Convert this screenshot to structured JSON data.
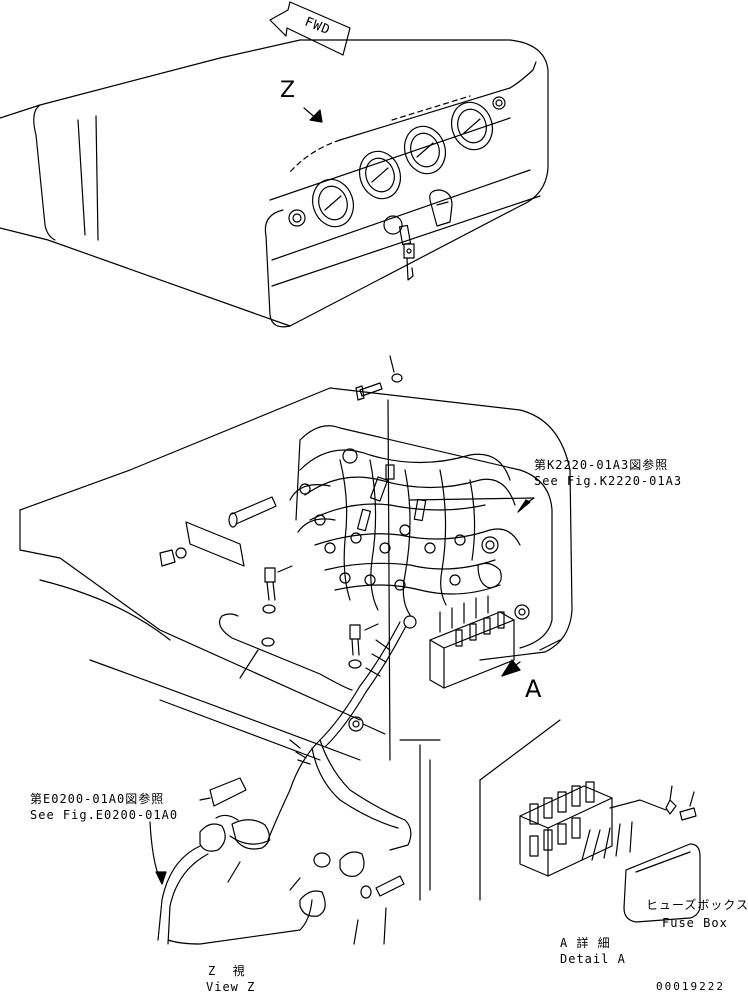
{
  "labels": {
    "fwd": "FWD",
    "view_marker": "Z",
    "ref_top_jp": "第K2220-01A3図参照",
    "ref_top_en": "See Fig.K2220-01A3",
    "detail_marker": "A",
    "ref_left_jp": "第E0200-01A0図参照",
    "ref_left_en": "See Fig.E0200-01A0",
    "fuse_box_jp": "ヒューズボックス",
    "fuse_box_en": "Fuse Box",
    "detail_jp": "A 詳 細",
    "detail_en": "Detail A",
    "view_jp": "Z  視",
    "view_en": "View Z",
    "drawing_number": "00019222"
  },
  "colors": {
    "line": "#000000",
    "background": "#ffffff"
  }
}
